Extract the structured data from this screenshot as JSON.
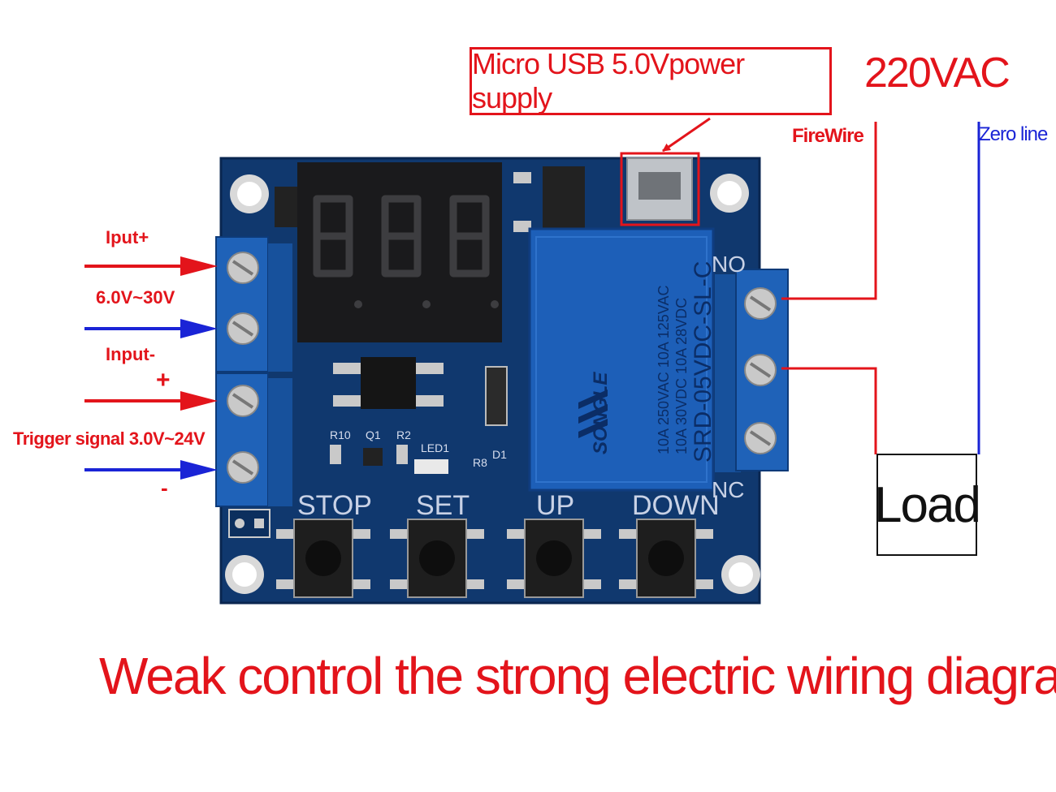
{
  "colors": {
    "hot": "#e3141b",
    "neutral": "#1a24d6",
    "pcb": "#10386e",
    "terminal": "#1f62b8",
    "relay": "#1d5fb8",
    "display": "#1a1a1c"
  },
  "labels": {
    "usb_supply": "Micro USB 5.0Vpower supply",
    "mains": "220VAC",
    "firewire": "FireWire",
    "zero_line": "Zero line",
    "load": "Load",
    "input_plus": "Iput+",
    "voltage_range": "6.0V~30V",
    "input_minus": "Input-",
    "trigger_plus": "+",
    "trigger_signal": "Trigger signal 3.0V~24V",
    "trigger_minus": "-",
    "caption": "Weak control the strong electric wiring diagram"
  },
  "board": {
    "buttons": [
      "STOP",
      "SET",
      "UP",
      "DOWN"
    ],
    "relay_brand": "SONGLE",
    "relay_model": "SRD-05VDC-SL-C",
    "relay_ratings": [
      "10A 250VAC 10A 125VAC",
      "10A 30VDC 10A 28VDC"
    ],
    "relay_contacts": [
      "NO",
      "NC"
    ],
    "silkscreen": [
      "R10",
      "Q1",
      "R2",
      "LED1",
      "R8",
      "D1"
    ],
    "display_digits": "888"
  }
}
